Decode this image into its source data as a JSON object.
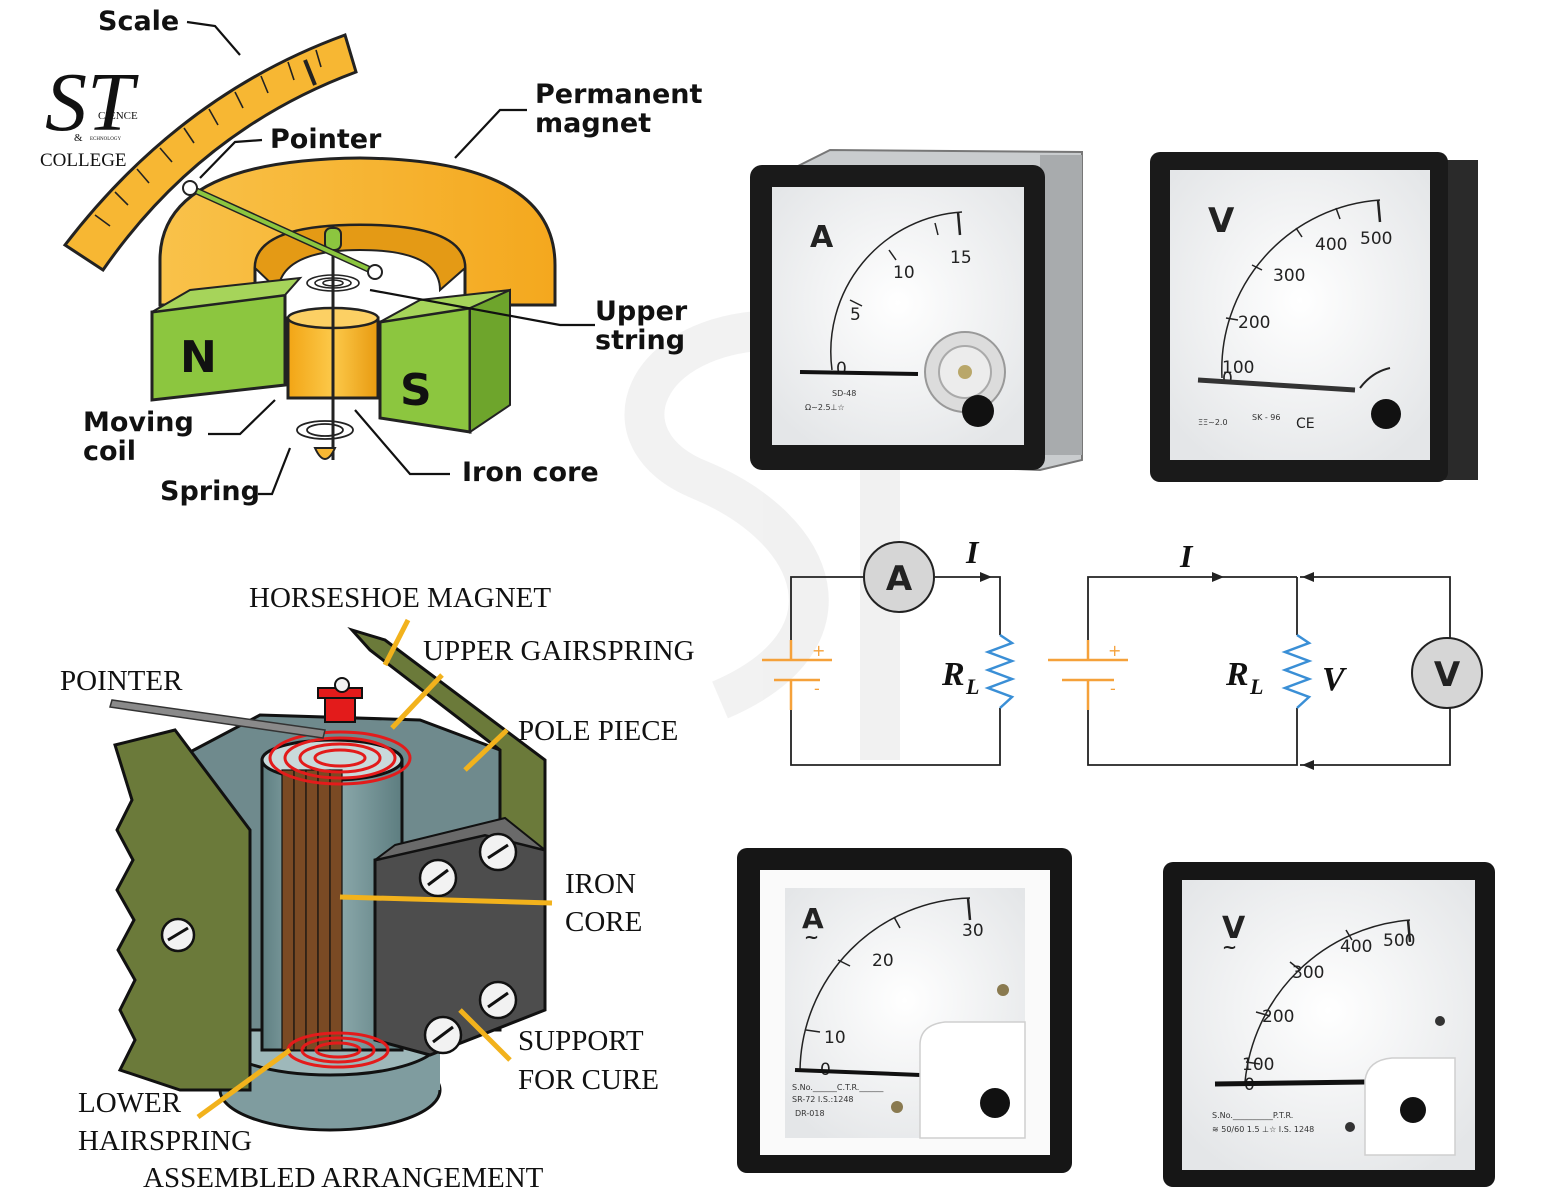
{
  "logo": {
    "mark": "ST",
    "line1": "CIENCE",
    "amp": "&",
    "line2": "ECHNOLOGY",
    "college": "COLLEGE"
  },
  "pmmc_labels": {
    "scale": "Scale",
    "pointer": "Pointer",
    "permanent_magnet_1": "Permanent",
    "permanent_magnet_2": "magnet",
    "upper_string_1": "Upper",
    "upper_string_2": "string",
    "moving_coil_1": "Moving",
    "moving_coil_2": "coil",
    "spring": "Spring",
    "iron_core": "Iron core",
    "pole_n": "N",
    "pole_s": "S"
  },
  "assembly_labels": {
    "horseshoe_magnet": "HORSESHOE MAGNET",
    "upper_hairspring": "UPPER GAIRSPRING",
    "pointer": "POINTER",
    "pole_piece": "POLE PIECE",
    "iron_core_1": "IRON",
    "iron_core_2": "CORE",
    "support_1": "SUPPORT",
    "support_2": "FOR CURE",
    "lower_hairspring_1": "LOWER",
    "lower_hairspring_2": "HAIRSPRING",
    "caption": "ASSEMBLED ARRANGEMENT"
  },
  "meters": {
    "dc_ammeter": {
      "symbol": "A",
      "ticks": [
        "0",
        "5",
        "10",
        "15"
      ],
      "model": "SD-48",
      "class": "Ω~2.5⊥☆"
    },
    "dc_voltmeter": {
      "symbol": "V",
      "ticks": [
        "0",
        "100",
        "200",
        "300",
        "400",
        "500"
      ],
      "mark": "CE",
      "note": "ΞΞ~2.0",
      "code": "SK - 96"
    },
    "ac_ammeter": {
      "symbol": "A",
      "ac": "~",
      "ticks": [
        "0",
        "10",
        "20",
        "30"
      ],
      "sno": "S.No.______C.T.R.______",
      "model": "SR-72 I.S.:1248",
      "code": "DR-018"
    },
    "ac_voltmeter": {
      "symbol": "V",
      "ac": "~",
      "ticks": [
        "0",
        "100",
        "200",
        "300",
        "400",
        "500"
      ],
      "sno": "S.No.__________P.T.R.",
      "model": "≋ 50/60 1.5 ⊥☆ I.S. 1248"
    }
  },
  "circuits": {
    "ammeter": {
      "meter": "A",
      "current": "I",
      "resistor": "R",
      "resistor_sub": "L",
      "plus": "+",
      "minus": "-"
    },
    "voltmeter": {
      "meter": "V",
      "current": "I",
      "resistor": "R",
      "resistor_sub": "L",
      "voltage": "V",
      "plus": "+",
      "minus": "-"
    }
  },
  "colors": {
    "magnet": "#f7b733",
    "pole": "#8cc63f",
    "battery": "#f5a13a",
    "red_coil": "#e31b1b",
    "olive": "#6b7a3a",
    "dial_rim": "#1a1a1a"
  }
}
